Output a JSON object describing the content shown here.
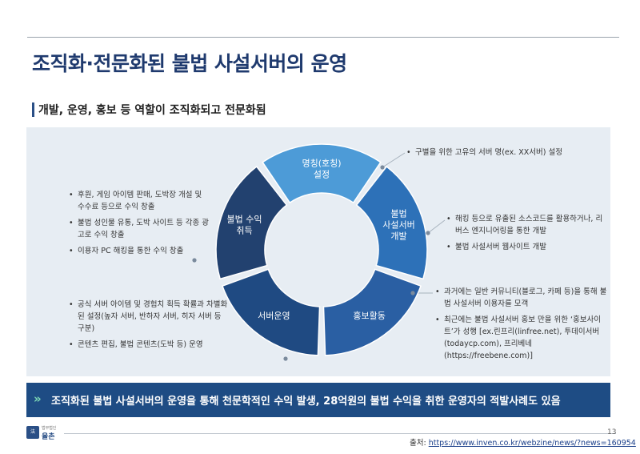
{
  "header": {
    "title": "조직화·전문화된 불법 사설서버의 운영",
    "subtitle": "개발, 운영, 홍보 등 역할이 조직화되고 전문화됨"
  },
  "diagram": {
    "segments": [
      {
        "name": "naming",
        "lines": [
          "명칭(호칭)",
          "설정"
        ],
        "color": "#4d9bd7"
      },
      {
        "name": "dev",
        "lines": [
          "불법",
          "사설서버",
          "개발"
        ],
        "color": "#2d71b8"
      },
      {
        "name": "promo",
        "lines": [
          "홍보활동"
        ],
        "color": "#2a5fa3"
      },
      {
        "name": "ops",
        "lines": [
          "서버운영"
        ],
        "color": "#1f4a82"
      },
      {
        "name": "profit",
        "lines": [
          "불법 수익",
          "취득"
        ],
        "color": "#22416f"
      }
    ],
    "colors": {
      "dot": "#7a8a9c",
      "connector": "#a7b2bd"
    }
  },
  "notes": {
    "top_right": [
      "구별을 위한 고유의 서버 명(ex. XX서버) 설정"
    ],
    "mid_right": [
      "해킹 등으로 유출된 소스코드를 활용하거나, 리버스 엔지니어링을 통한 개발",
      "불법 사설서버 웹사이트 개발"
    ],
    "bottom_right": [
      "과거에는 일반 커뮤니티(블로그, 카페 등)을 통해 불법 사설서버 이용자를 모객",
      "최근에는 불법 사설서버 홍보 만을 위한 ‘홍보사이트’가 성행 [ex.린프리(linfree.net), 투데이서버(todaycp.com), 프리베네(https://freebene.com)]"
    ],
    "top_left": [
      "후원, 게임 아이템 판매, 도박장 개설 및 수수료 등으로 수익 창출",
      "불법 성인물 유통, 도박 사이트 등 각종 광고로 수익 창출",
      "이용자 PC 해킹을 통한 수익 창출"
    ],
    "bottom_left": [
      "공식 서버 아이템 및 경험치 획득 확률과 차별화된 설정(높자 서버, 반하자 서버, 히자 서버 등 구분)",
      "콘텐츠 편집, 불법 콘텐츠(도박 등) 운영"
    ]
  },
  "banner": {
    "arrow": "»",
    "text": "조직화된 불법 사설서버의 운영을 통해 천문학적인 수익 발생, 28억원의 불법 수익을 취한 운영자의 적발사례도 있음"
  },
  "footer": {
    "logo_mark": "法",
    "logo_small": "법무법인",
    "logo_name": "율촌",
    "page_number": "13",
    "source_label": "출처: ",
    "source_url": "https://www.inven.co.kr/webzine/news/?news=160954"
  }
}
